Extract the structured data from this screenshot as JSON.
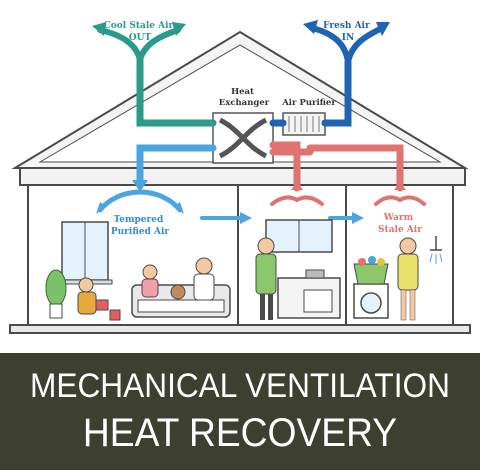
{
  "labels": {
    "cool_stale_air": [
      "Cool Stale Air",
      "OUT"
    ],
    "fresh_air": [
      "Fresh Air",
      "IN"
    ],
    "heat_exchanger": [
      "Heat",
      "Exchanger"
    ],
    "air_purifier": "Air Purifier",
    "tempered_purified_air": [
      "Tempered",
      "Purified Air"
    ],
    "warm_stale_air": [
      "Warm",
      "Stale Air"
    ]
  },
  "banner": {
    "line1": "MECHANICAL VENTILATION",
    "line2": "HEAT RECOVERY"
  },
  "colors": {
    "cool_stale": "#2a9a8a",
    "fresh": "#1f63b3",
    "tempered": "#4aa5e0",
    "warm_stale": "#e07272",
    "banner_bg": "#3d3f31",
    "outline": "#4a4a4a"
  }
}
